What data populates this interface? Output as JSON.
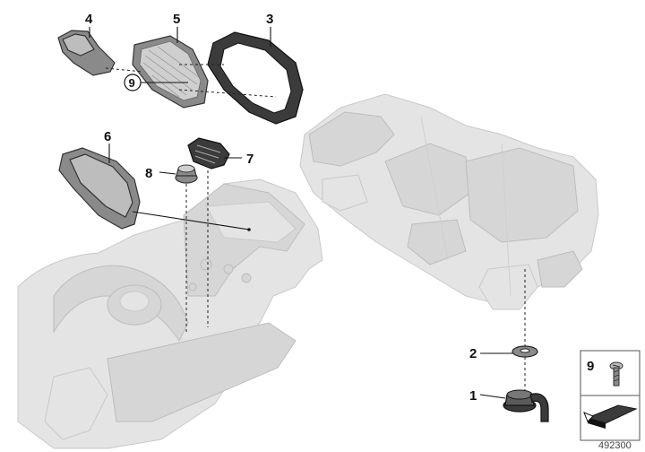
{
  "diagram": {
    "callouts": {
      "c1": "1",
      "c2": "2",
      "c3": "3",
      "c4": "4",
      "c5": "5",
      "c6": "6",
      "c7": "7",
      "c8": "8",
      "c9_circled": "9",
      "c9_legend": "9"
    },
    "drawing_number": "492300"
  },
  "colors": {
    "background": "#ffffff",
    "ghost_body": "#e4e4e4",
    "part_fill": "#8a8a8a",
    "part_dark": "#3b3b3b",
    "leader": "#111111"
  },
  "icons": [
    "screw-icon",
    "sealant-icon"
  ]
}
